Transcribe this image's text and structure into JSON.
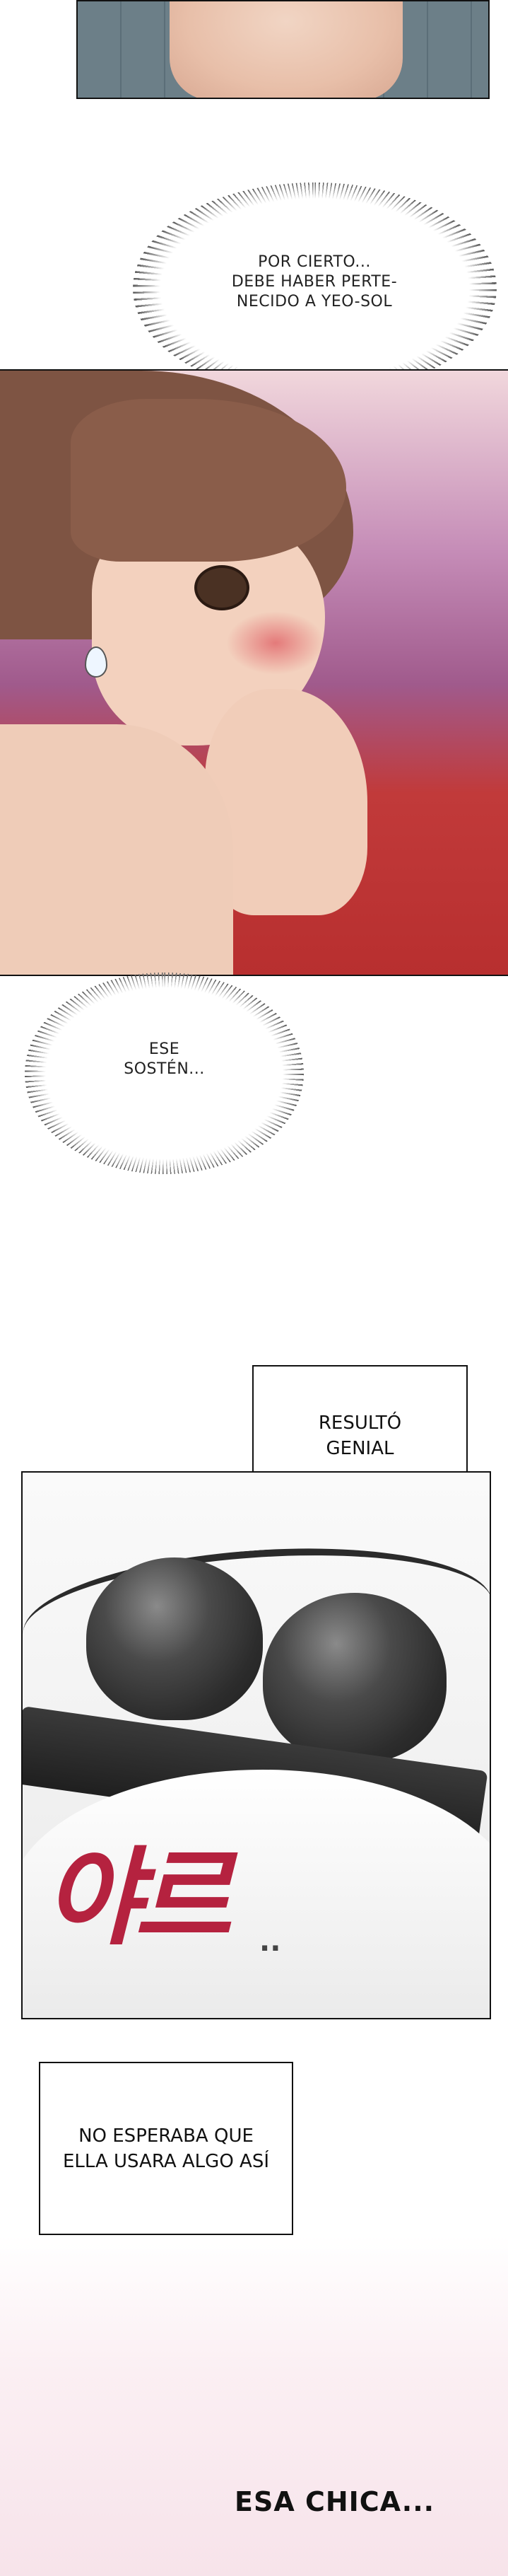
{
  "bubbles": [
    {
      "lines": [
        "POR CIERTO...",
        "DEBE HABER PERTE-",
        "NECIDO A YEO-SOL"
      ]
    },
    {
      "lines": [
        "ESE",
        "SOSTÉN..."
      ]
    }
  ],
  "captions": [
    {
      "lines": [
        "RESULTÓ",
        "GENIAL"
      ]
    },
    {
      "lines": [
        "NO ESPERABA QUE",
        "ELLA USARA ALGO ASÍ"
      ]
    }
  ],
  "sound_effect": "야르",
  "sound_effect_trail": "..",
  "ending_text": "ESA CHICA..."
}
